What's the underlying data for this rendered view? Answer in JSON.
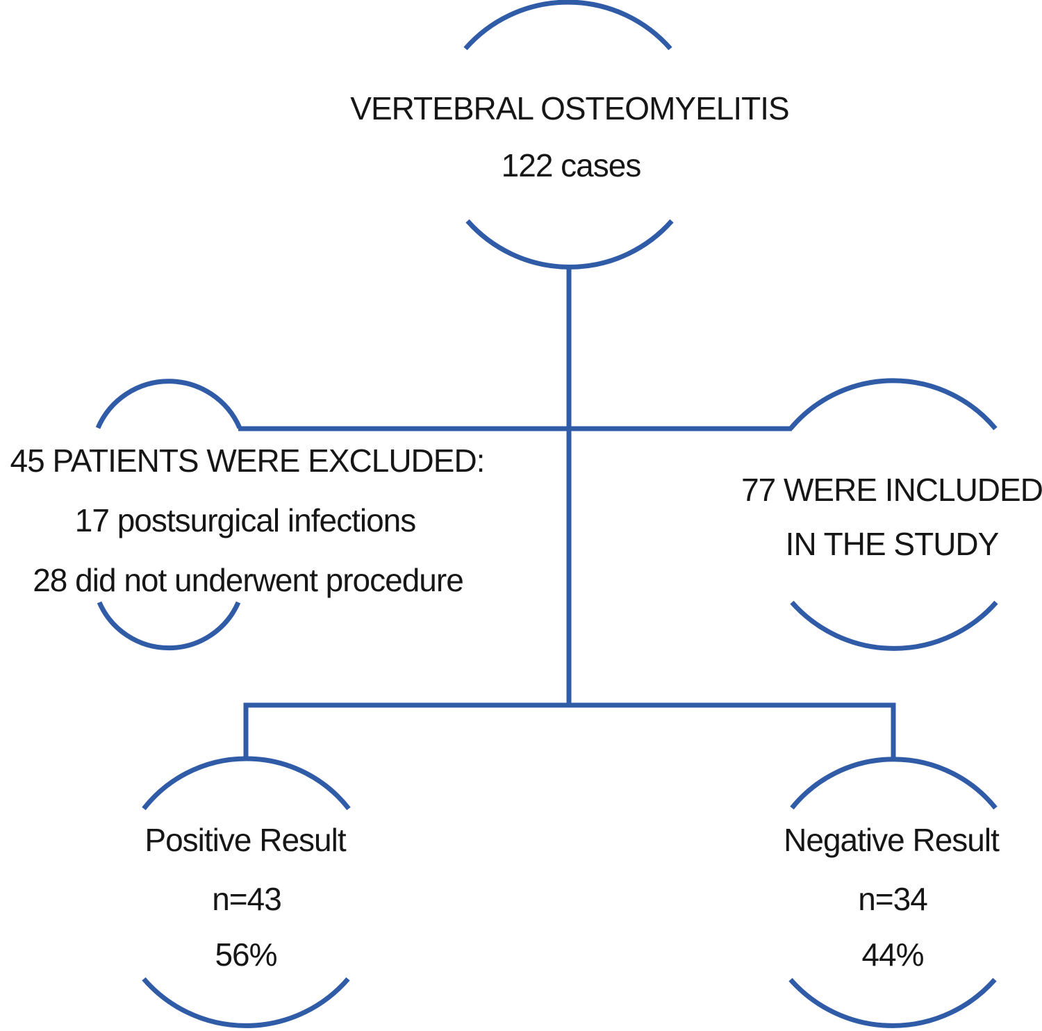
{
  "figure": {
    "type": "flowchart",
    "accent_color": "#2F5BA7",
    "text_color": "#161616",
    "background_color": "#FFFFFF"
  },
  "nodes": {
    "root": {
      "lines": [
        "VERTEBRAL OSTEOMYELITIS",
        "122 cases"
      ]
    },
    "excluded": {
      "lines": [
        "45 PATIENTS WERE EXCLUDED:",
        "17 postsurgical infections",
        "28 did not underwent procedure"
      ]
    },
    "included": {
      "lines": [
        "77 WERE INCLUDED",
        "IN THE STUDY"
      ]
    },
    "positive": {
      "lines": [
        "Positive Result",
        "n=43",
        "56%"
      ]
    },
    "negative": {
      "lines": [
        "Negative Result",
        "n=34",
        "44%"
      ]
    }
  }
}
